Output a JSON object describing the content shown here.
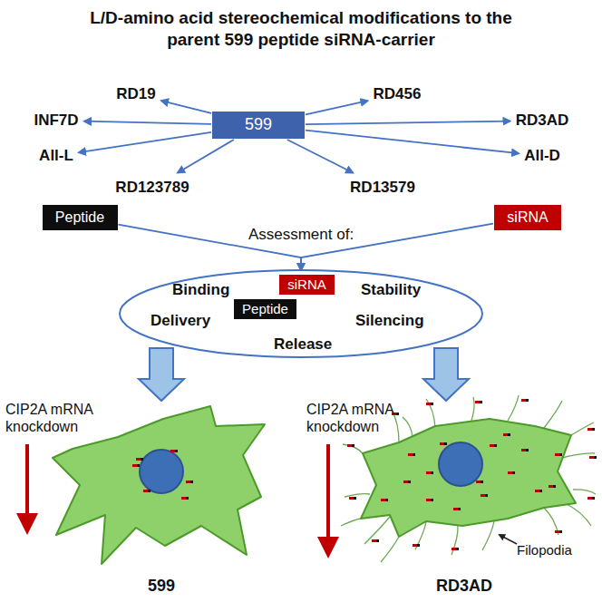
{
  "diagram": {
    "title": "L/D-amino acid stereochemical modifications to the parent 599 peptide siRNA-carrier",
    "nodes": [
      {
        "text": [
          "599"
        ]
      },
      {
        "text": [
          "RD19"
        ]
      },
      {
        "text": [
          "RD456"
        ]
      },
      {
        "text": [
          "INF7D"
        ]
      },
      {
        "text": [
          "RD3AD"
        ]
      },
      {
        "text": [
          "All-L"
        ]
      },
      {
        "text": [
          "All-D"
        ]
      },
      {
        "text": [
          "RD123789"
        ]
      },
      {
        "text": [
          "RD13579"
        ]
      },
      {
        "text": [
          "Peptide"
        ]
      },
      {
        "text": [
          "siRNA"
        ]
      },
      {
        "text": [
          "Binding",
          "Stability",
          "Delivery",
          "Silencing",
          "Release"
        ]
      },
      {
        "text": [
          "siRNA"
        ],
        "in": 11
      },
      {
        "text": [
          "Peptide"
        ],
        "in": 11
      }
    ],
    "edges": [
      {
        "from": 0,
        "to": 1,
        "arrow": "to"
      },
      {
        "from": 0,
        "to": 2,
        "arrow": "to"
      },
      {
        "from": 0,
        "to": 3,
        "arrow": "to"
      },
      {
        "from": 0,
        "to": 4,
        "arrow": "to"
      },
      {
        "from": 0,
        "to": 5,
        "arrow": "to"
      },
      {
        "from": 0,
        "to": 6,
        "arrow": "to"
      },
      {
        "from": 0,
        "to": 7,
        "arrow": "to"
      },
      {
        "from": 0,
        "to": 8,
        "arrow": "to"
      },
      {
        "from": 9,
        "to": 11,
        "arrow": "to"
      },
      {
        "from": 10,
        "to": 11,
        "arrow": "to"
      }
    ],
    "labels": [
      "Assessment of:",
      "CIP2A mRNA knockdown",
      "CIP2A mRNA knockdown",
      "Filopodia",
      "599",
      "RD3AD"
    ]
  }
}
